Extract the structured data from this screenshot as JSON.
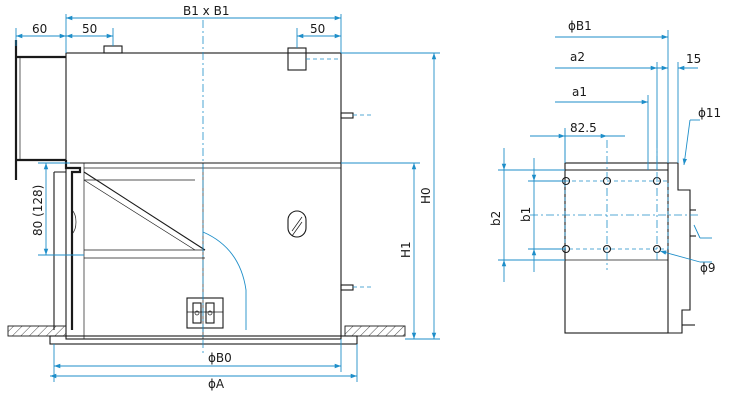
{
  "labels": {
    "side_view": {
      "b1xb1": "B1 x B1",
      "w60": "60",
      "w50_left": "50",
      "w50_right": "50",
      "h80": "80 (128)",
      "h0": "H0",
      "h1": "H1",
      "b0": "ϕB0",
      "a": "ϕA"
    },
    "top_view": {
      "b1": "ϕB1",
      "a2": "a2",
      "w15": "15",
      "a1": "a1",
      "w82": "82.5",
      "d11": "ϕ11",
      "b2": "b2",
      "b1_vert": "b1",
      "d9": "ϕ9"
    }
  },
  "colors": {
    "line": "#1a1a1a",
    "dimension": "#1e8ec9",
    "background": "#ffffff"
  }
}
